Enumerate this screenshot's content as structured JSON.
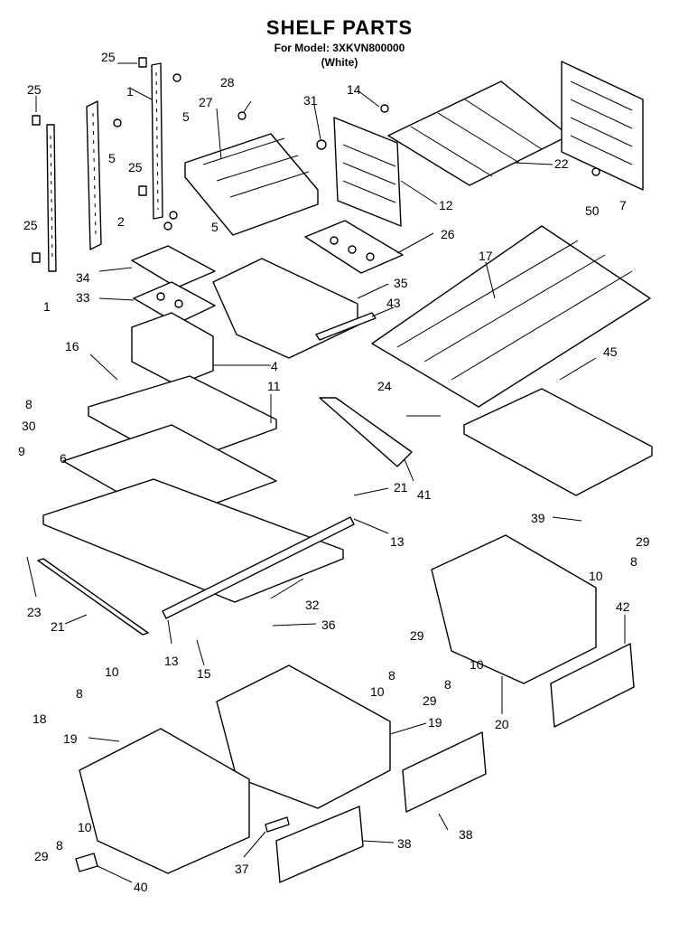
{
  "header": {
    "title": "SHELF PARTS",
    "model_line": "For Model: 3XKVN800000",
    "color_line": "(White)"
  },
  "callouts": [
    "25",
    "25",
    "25",
    "25",
    "1",
    "1",
    "2",
    "5",
    "5",
    "5",
    "28",
    "27",
    "31",
    "14",
    "12",
    "22",
    "7",
    "50",
    "26",
    "34",
    "33",
    "35",
    "43",
    "16",
    "4",
    "17",
    "45",
    "8",
    "30",
    "6",
    "9",
    "11",
    "24",
    "41",
    "21",
    "13",
    "39",
    "29",
    "8",
    "10",
    "23",
    "21",
    "32",
    "36",
    "13",
    "15",
    "18",
    "8",
    "10",
    "29",
    "8",
    "10",
    "29",
    "8",
    "10",
    "20",
    "42",
    "19",
    "19",
    "38",
    "38",
    "37",
    "40",
    "29",
    "8",
    "10"
  ]
}
